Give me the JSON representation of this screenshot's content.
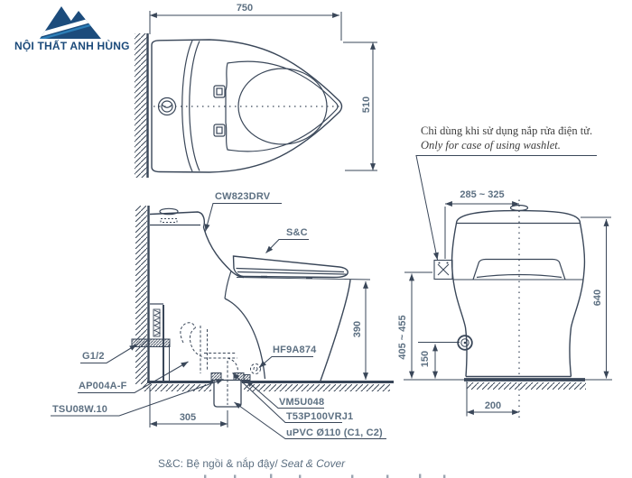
{
  "brand": {
    "name": "NỘI THẤT ANH HÙNG"
  },
  "labels": {
    "product_code": "CW823DRV",
    "seat_cover": "S&C",
    "supply_thread": "G1/2",
    "flange": "AP004A-F",
    "socket": "TSU08W.10",
    "bolt_cap": "HF9A874",
    "seal": "VM5U048",
    "joint": "T53P100VRJ1",
    "pipe": "uPVC Ø110 (C1, C2)"
  },
  "dimensions": {
    "overall_length": "750",
    "overall_width": "510",
    "rim_height": "390",
    "outlet_offset": "305",
    "tank_top_width": "285 ~ 325",
    "overall_height": "640",
    "washlet_outlet_range": "405 ~ 455",
    "supply_height": "150",
    "supply_side_offset": "200"
  },
  "note": {
    "vi": "Chỉ dùng khi sử dụng nắp rửa điện tử.",
    "en": "Only for case of using washlet."
  },
  "caption": {
    "text": "S&C: Bệ ngồi & nắp đậy/",
    "italic": "Seat & Cover"
  },
  "colors": {
    "line": "#3a4759",
    "label": "#5d7082",
    "note_text": "#3d3d3d",
    "logo_navy": "#1c4c7c",
    "logo_accent": "#2d7fb8"
  }
}
